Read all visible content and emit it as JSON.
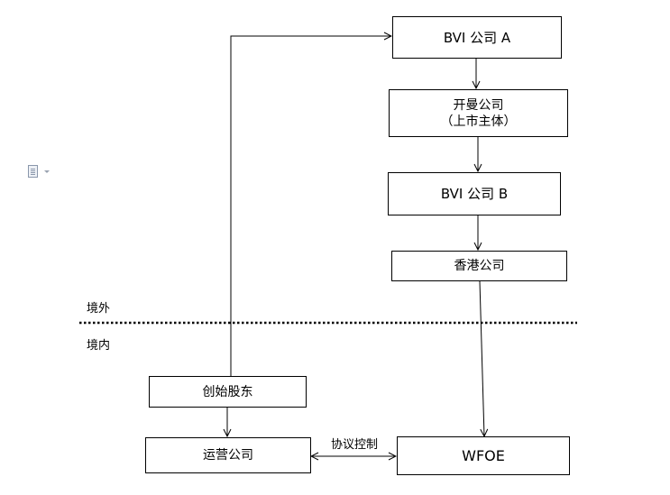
{
  "nodes": {
    "bvi_a": "BVI 公司 A",
    "kaiman_line1": "开曼公司",
    "kaiman_line2": "（上市主体）",
    "bvi_b": "BVI 公司 B",
    "hk": "香港公司",
    "founder": "创始股东",
    "opco": "运营公司",
    "wfoe": "WFOE"
  },
  "labels": {
    "offshore": "境外",
    "onshore": "境内",
    "vie_control": "协议控制"
  },
  "icons": {
    "doc": "document-icon",
    "caret": "dropdown-caret-icon"
  }
}
